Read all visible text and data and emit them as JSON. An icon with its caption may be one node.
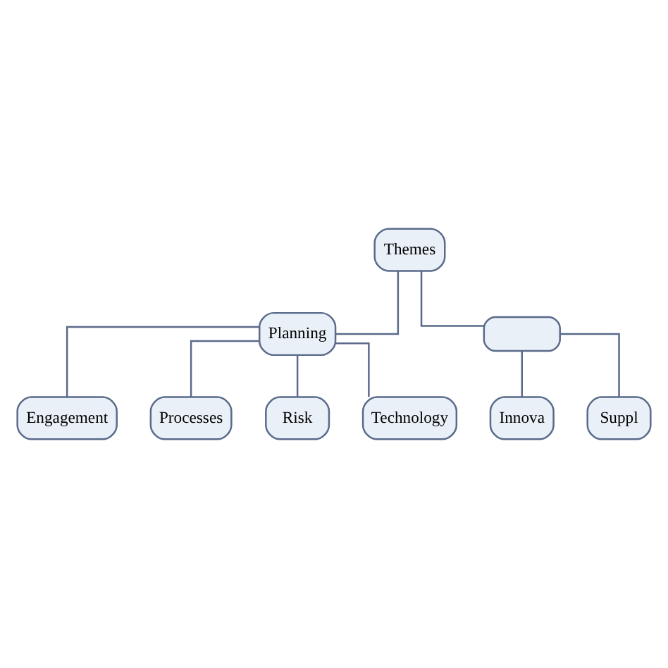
{
  "diagram": {
    "nodes": [
      {
        "text": [
          "Themes"
        ]
      },
      {
        "text": [
          "Planning"
        ]
      },
      {
        "text": [
          "Engagement"
        ]
      },
      {
        "text": [
          "Processes"
        ]
      },
      {
        "text": [
          "Risk"
        ]
      },
      {
        "text": [
          "Technology"
        ]
      },
      {
        "text": [],
        "shape": "box"
      },
      {
        "text": [
          "Innova"
        ]
      },
      {
        "text": [
          "Suppl"
        ]
      }
    ],
    "edges": [
      {
        "from": 0,
        "to": 1,
        "arrow": "none"
      },
      {
        "from": 0,
        "to": 6,
        "arrow": "none"
      },
      {
        "from": 1,
        "to": 2,
        "arrow": "none"
      },
      {
        "from": 1,
        "to": 3,
        "arrow": "none"
      },
      {
        "from": 1,
        "to": 4,
        "arrow": "none"
      },
      {
        "from": 1,
        "to": 5,
        "arrow": "none"
      },
      {
        "from": 6,
        "to": 7,
        "arrow": "none"
      },
      {
        "from": 6,
        "to": 8,
        "arrow": "none"
      }
    ]
  }
}
